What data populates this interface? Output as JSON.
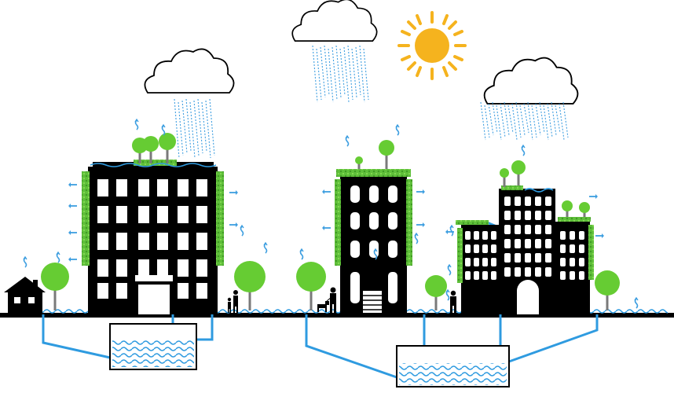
{
  "colors": {
    "building": "#000000",
    "window": "#ffffff",
    "water": "#2f9be0",
    "pipe": "#2f9be0",
    "rain": "#3d9ee0",
    "cloud_fill": "#ffffff",
    "cloud_stroke": "#000000",
    "sun": "#f5b31e",
    "tree_foliage": "#66cc33",
    "tree_trunk": "#7a7a7a",
    "green_wall": "#5fbf3a",
    "ground": "#000000"
  },
  "icons": {
    "sun": "sun-icon",
    "cloud": "cloud-icon",
    "rain": "rain-icon",
    "tree": "tree-icon",
    "house": "house-icon",
    "person": "person-icon",
    "dog": "dog-icon",
    "evaporation": "evaporation-arrow-icon",
    "water_tank": "water-tank-icon"
  },
  "elements": {
    "clouds": 3,
    "buildings": 3,
    "water_tanks": 2
  }
}
